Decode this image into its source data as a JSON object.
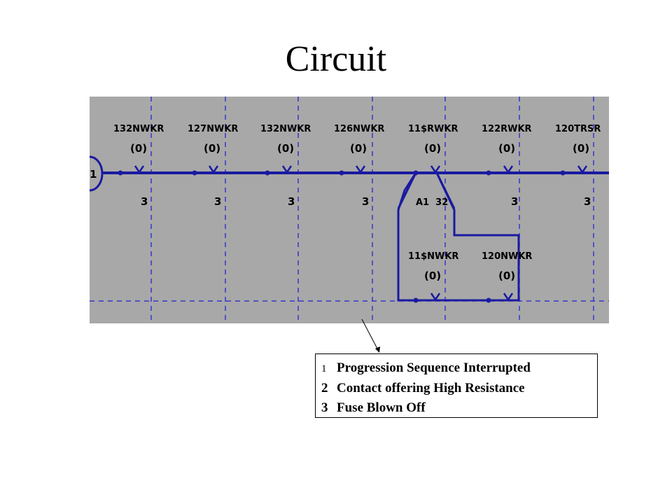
{
  "title": "Circuit",
  "diagram": {
    "start_marker": "1",
    "top_relays": [
      {
        "name": "132NWKR",
        "state": "(0)",
        "fuse": "3"
      },
      {
        "name": "127NWKR",
        "state": "(0)",
        "fuse": "3"
      },
      {
        "name": "132NWKR",
        "state": "(0)",
        "fuse": "3"
      },
      {
        "name": "126NWKR",
        "state": "(0)",
        "fuse": "3"
      },
      {
        "name": "11$RWKR",
        "state": "(0)",
        "fuse": "A1  32"
      },
      {
        "name": "122RWKR",
        "state": "(0)",
        "fuse": "3"
      },
      {
        "name": "120TRSR",
        "state": "(0)",
        "fuse": "3"
      }
    ],
    "bottom_relays": [
      {
        "name": "11$NWKR",
        "state": "(0)"
      },
      {
        "name": "120NWKR",
        "state": "(0)"
      }
    ],
    "colors": {
      "background": "#a8a8a8",
      "wire": "#1a1aa0",
      "divider": "#3535c8"
    }
  },
  "legend": [
    {
      "num": "1",
      "text": "Progression Sequence Interrupted"
    },
    {
      "num": "2",
      "text": "Contact offering High Resistance"
    },
    {
      "num": "3",
      "text": "Fuse Blown Off"
    }
  ]
}
